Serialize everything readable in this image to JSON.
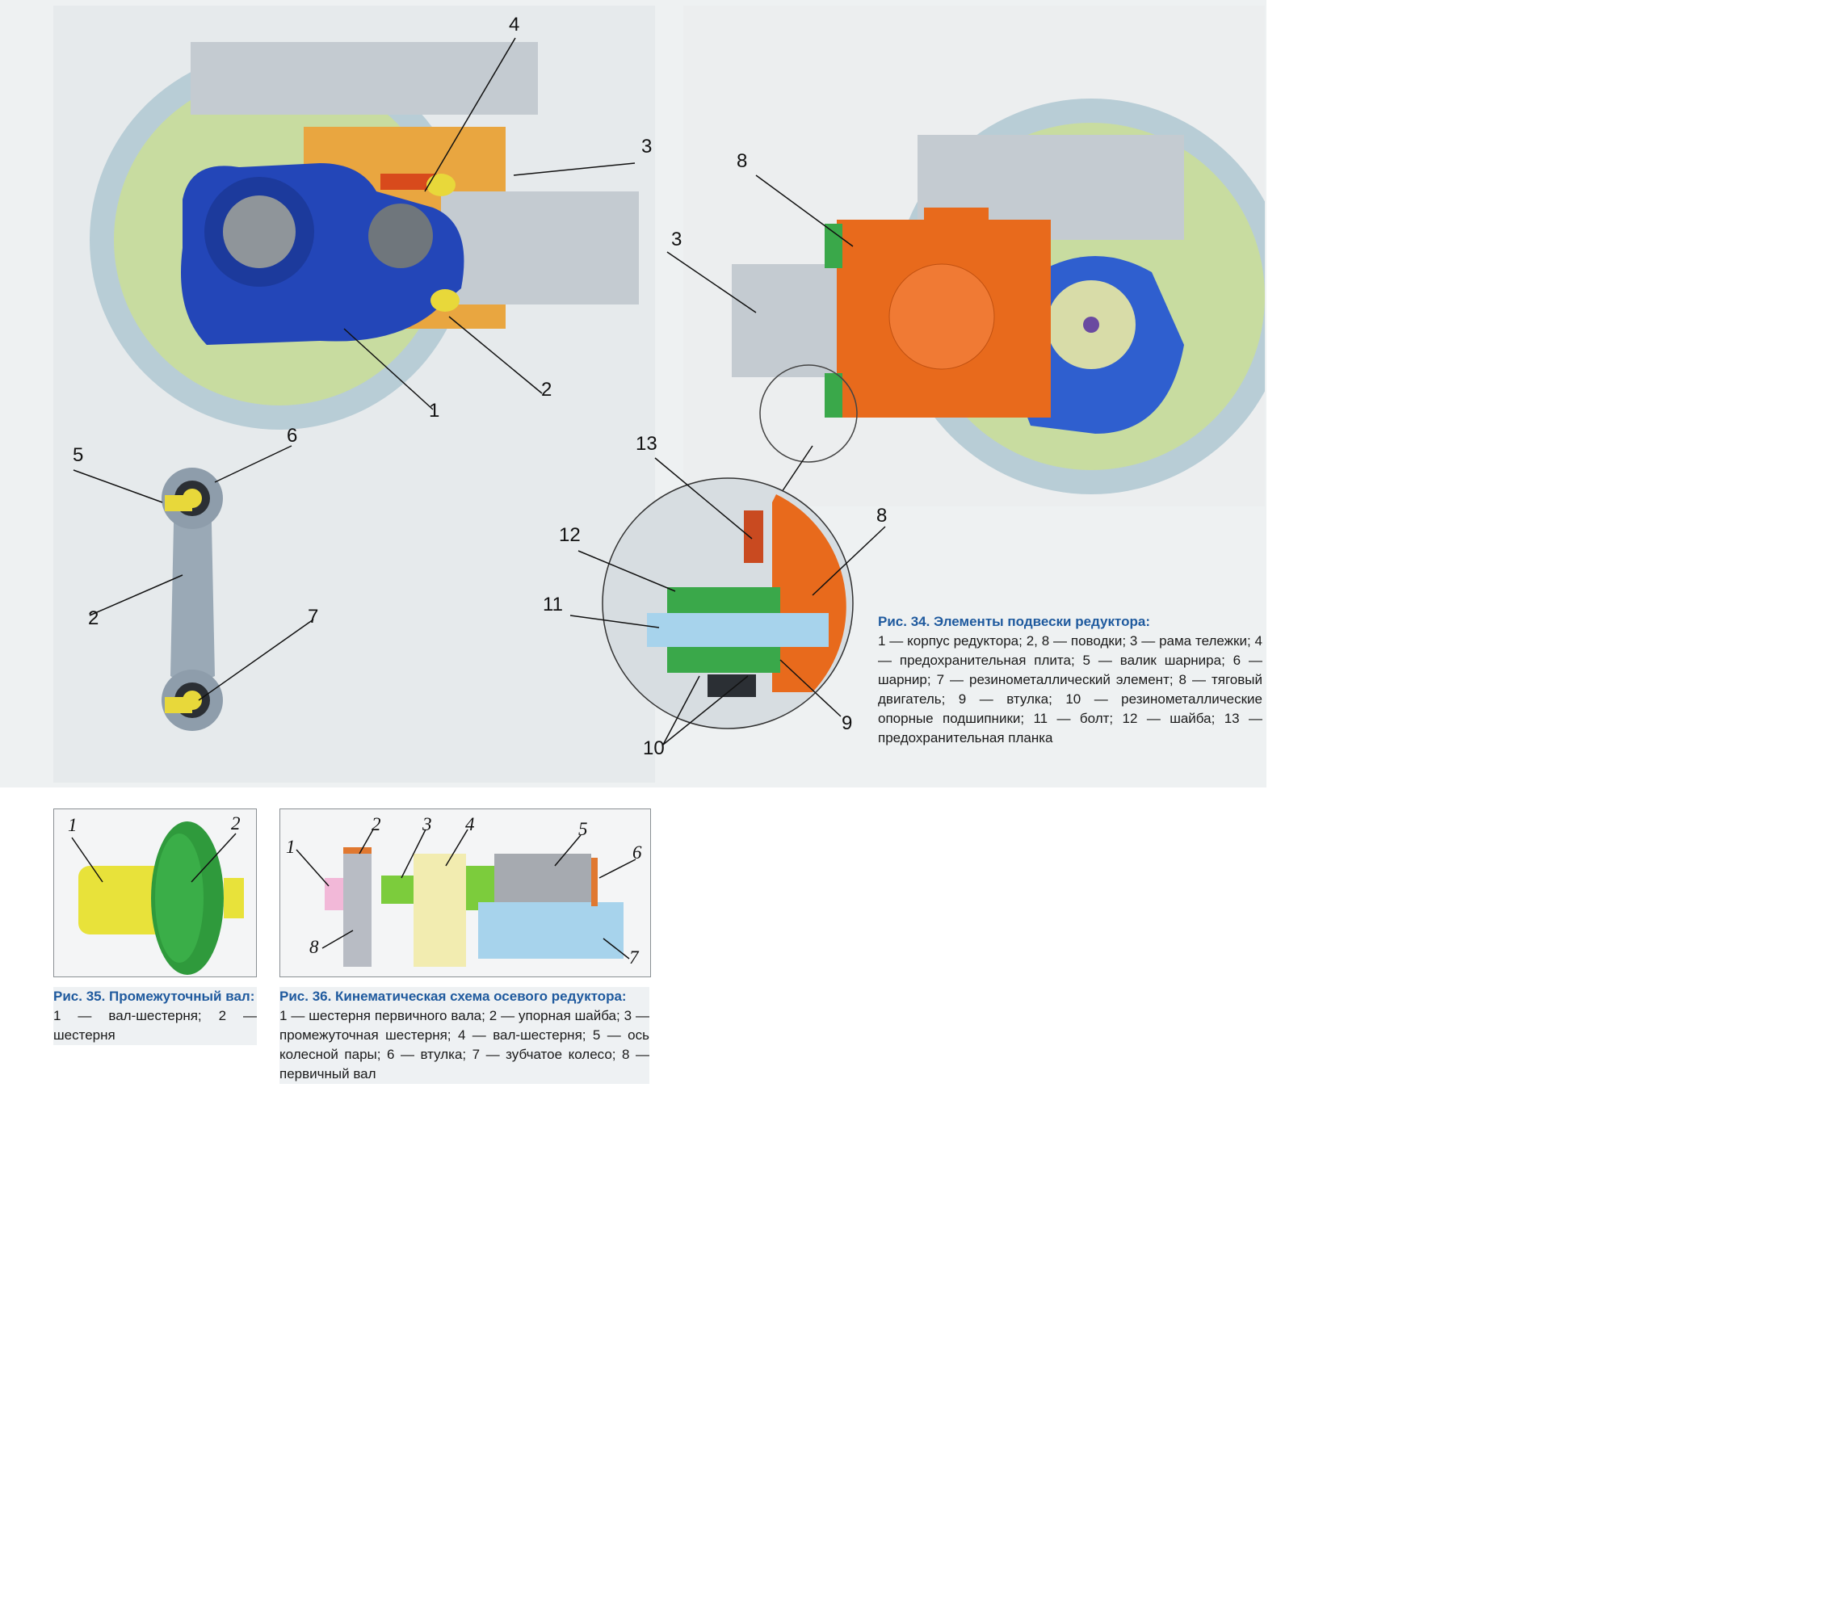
{
  "fig34": {
    "title": "Рис. 34. Элементы подвески редуктора:",
    "legend": "1 — корпус редуктора; 2, 8 — поводки; 3 — рама тележки; 4 — предохранительная плита; 5 — валик шарнира; 6 — шарнир; 7 — резинометаллический элемент; 8 — тяговый двигатель; 9 — втулка; 10 — резинометаллические опорные подшипники; 11 — болт; 12 — шайба; 13 — предохранительная планка",
    "callouts_left": [
      "4",
      "3",
      "2",
      "1"
    ],
    "callouts_right": [
      "8",
      "3"
    ],
    "callouts_link": [
      "5",
      "6",
      "2",
      "7"
    ],
    "callouts_detail": [
      "13",
      "8",
      "12",
      "11",
      "9",
      "10"
    ]
  },
  "fig35": {
    "title": "Рис. 35. Промежуточный вал:",
    "legend": "1 — вал-шестерня; 2 — шестерня",
    "callouts": [
      "1",
      "2"
    ]
  },
  "fig36": {
    "title": "Рис. 36. Кинематическая схема осевого редуктора:",
    "legend": "1 — шестерня первичного вала; 2 — упорная шайба; 3 — промежуточная шестерня; 4 — вал-шестерня; 5 — ось колесной пары; 6 — втулка; 7 — зубчатое колесо; 8 — первичный вал",
    "callouts": [
      "1",
      "2",
      "3",
      "4",
      "5",
      "6",
      "7",
      "8"
    ]
  },
  "colors": {
    "caption_title": "#1f5a9e",
    "housing_blue": "#2346b8",
    "motor_orange": "#e86a1c",
    "wheel_green": "#c8dca0",
    "wheel_rim": "#b8cdd6",
    "frame_grey": "#c4cbd1",
    "rubber_green": "#3aa84a",
    "shaft_blue": "#a7d3ec"
  }
}
